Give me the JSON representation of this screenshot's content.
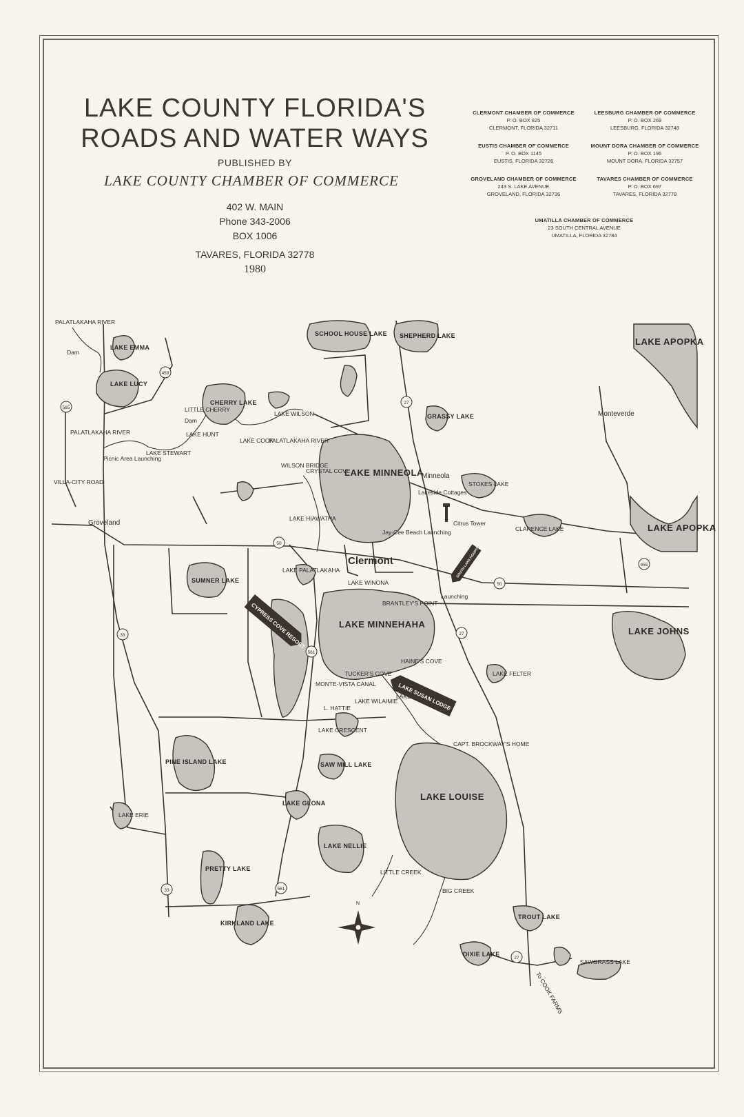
{
  "header": {
    "title_line1": "LAKE COUNTY FLORIDA'S",
    "title_line2": "ROADS AND WATER WAYS",
    "published_by": "PUBLISHED BY",
    "org_name": "LAKE COUNTY CHAMBER  OF COMMERCE",
    "address_street": "402 W. MAIN",
    "phone": "Phone 343-2006",
    "box": "BOX 1006",
    "city": "TAVARES, FLORIDA 32778",
    "year": "1980"
  },
  "chambers": [
    {
      "name": "CLERMONT CHAMBER OF COMMERCE",
      "line1": "P. O. BOX 825",
      "line2": "CLERMONT, FLORIDA 32711"
    },
    {
      "name": "LEESBURG CHAMBER OF COMMERCE",
      "line1": "P. O. BOX 269",
      "line2": "LEESBURG, FLORIDA 32748"
    },
    {
      "name": "EUSTIS CHAMBER OF COMMERCE",
      "line1": "P. O. BOX 1145",
      "line2": "EUSTIS, FLORIDA 32726"
    },
    {
      "name": "MOUNT DORA CHAMBER OF COMMERCE",
      "line1": "P. O. BOX 196",
      "line2": "MOUNT DORA, FLORIDA 32757"
    },
    {
      "name": "GROVELAND CHAMBER OF COMMERCE",
      "line1": "243 S. LAKE AVENUE",
      "line2": "GROVELAND, FLORIDA 32736"
    },
    {
      "name": "TAVARES CHAMBER OF COMMERCE",
      "line1": "P. O. BOX 697",
      "line2": "TAVARES, FLORIDA 32778"
    },
    {
      "name": "UMATILLA CHAMBER OF COMMERCE",
      "line1": "23 SOUTH CENTRAL AVENUE",
      "line2": "UMATILLA, FLORIDA 32784"
    }
  ],
  "map": {
    "lakes": {
      "minneola": "LAKE MINNEOLA",
      "minnehaha": "LAKE MINNEHAHA",
      "louise": "LAKE LOUISE",
      "apopka_north": "LAKE APOPKA",
      "apopka_east": "LAKE APOPKA",
      "johns": "LAKE JOHNS",
      "emma": "LAKE EMMA",
      "lucy": "LAKE LUCY",
      "cherry": "CHERRY LAKE",
      "school_house": "SCHOOL HOUSE LAKE",
      "shepherd": "SHEPHERD LAKE",
      "grassy": "GRASSY LAKE",
      "stokes": "STOKES LAKE",
      "clarence": "CLARENCE LAKE",
      "sumner": "SUMNER LAKE",
      "felter": "LAKE FELTER",
      "pine_island": "PINE ISLAND LAKE",
      "erie": "LAKE ERIE",
      "pretty": "PRETTY LAKE",
      "kirkland": "KIRKLAND LAKE",
      "saw_mill": "SAW MILL LAKE",
      "glona": "LAKE GLONA",
      "nellie": "LAKE NELLIE",
      "trout": "TROUT LAKE",
      "dixie": "DIXIE LAKE",
      "sawgrass": "SAWGRASS LAKE",
      "crescent": "LAKE CRESCENT",
      "susan": "LAKE SUSAN",
      "winona": "LAKE WINONA",
      "palatlakaha": "LAKE PALATLAKAHA",
      "hiawatha": "LAKE HIAWATHA",
      "stewart": "LAKE STEWART",
      "hunt": "LAKE HUNT",
      "wilson": "LAKE WILSON",
      "cook": "LAKE COOK",
      "hattie": "L. HATTIE",
      "wilaimie": "LAKE WILAIMIE"
    },
    "places": {
      "palatlakaha_river_n": "PALATLAKAHA RIVER",
      "dam_n": "Dam",
      "palatlakaha_river_w": "PALATLAKAHA RIVER",
      "picnic": "Picnic Area Launching",
      "villa_city": "VILLA-CITY ROAD",
      "groveland": "Groveland",
      "little_cherry": "LITTLE CHERRY",
      "dam_c": "Dam",
      "palatlakaha_river_c": "PALATLAKAHA RIVER",
      "wilson_bridge": "WILSON BRIDGE",
      "crystal_cove": "CRYSTAL COVE",
      "minneola_town": "Minneola",
      "lakeside": "Lakeside Cottages",
      "citrus_tower": "Citrus Tower",
      "jaycee": "Jay-Cee Beach Launching",
      "clermont": "Clermont",
      "monteverde": "Monteverde",
      "launching": "Launching",
      "brantleys": "BRANTLEY'S POINT",
      "tuckers": "TUCKER'S COVE",
      "haines": "HAINE'S COVE",
      "monte_vista": "MONTE-VISTA CANAL",
      "capt": "CAPT. BROCKWAY'S HOME",
      "little_creek": "LITTLE CREEK",
      "big_creek": "BIG CREEK",
      "cook_farms": "To COOK FARMS",
      "north": "N"
    },
    "callouts": {
      "cypress": "CYPRESS COVE RESORT",
      "susan_lodge": "LAKE SUSAN LODGE",
      "small": "SOUTH LAKE HOSPITAL"
    },
    "routes": [
      "459",
      "565",
      "27",
      "50",
      "455",
      "33",
      "561",
      "27",
      "561",
      "33",
      "27",
      "50"
    ]
  }
}
